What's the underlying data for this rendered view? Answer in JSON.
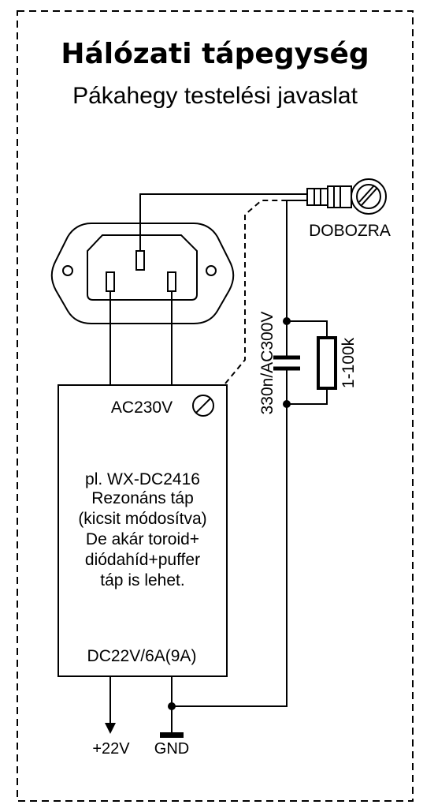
{
  "title": "Hálózati tápegység",
  "subtitle": "Pákahegy testelési javaslat",
  "ground_lug_label": "DOBOZRA",
  "capacitor_label": "330n/AC300V",
  "resistor_label": "1-100k",
  "psu": {
    "input_label": "AC230V",
    "description_lines": [
      "pl. WX-DC2416",
      "Rezonáns táp",
      "(kicsit módosítva)",
      "De akár toroid+",
      "diódahíd+puffer",
      "táp is lehet."
    ],
    "output_label": "DC22V/6A(9A)"
  },
  "terminals": {
    "positive": "+22V",
    "ground": "GND"
  },
  "colors": {
    "line": "#000000",
    "background": "#ffffff"
  }
}
